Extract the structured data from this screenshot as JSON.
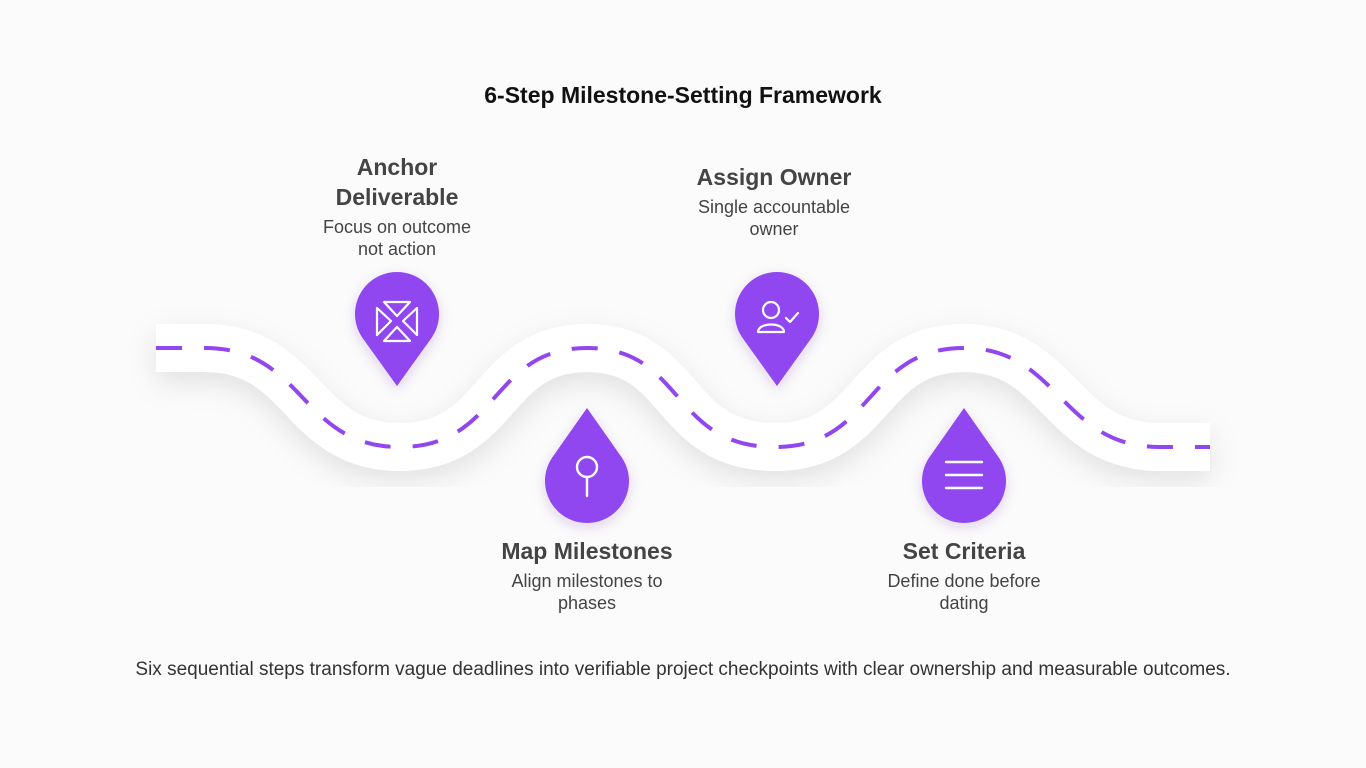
{
  "title": "6-Step Milestone-Setting Framework",
  "colors": {
    "accent": "#9146f0",
    "road": "#ffffff",
    "text": "#444444"
  },
  "steps": [
    {
      "title": "Anchor Deliverable",
      "title_lines": [
        "Anchor",
        "Deliverable"
      ],
      "description_lines": [
        "Focus on outcome",
        "not action"
      ],
      "icon": "arrows-inward-icon",
      "marker": "pin-down"
    },
    {
      "title": "Map Milestones",
      "title_lines": [
        "Map Milestones"
      ],
      "description_lines": [
        "Align milestones to",
        "phases"
      ],
      "icon": "map-pin-icon",
      "marker": "drop-up"
    },
    {
      "title": "Assign Owner",
      "title_lines": [
        "Assign Owner"
      ],
      "description_lines": [
        "Single accountable",
        "owner"
      ],
      "icon": "user-check-icon",
      "marker": "pin-down"
    },
    {
      "title": "Set Criteria",
      "title_lines": [
        "Set Criteria"
      ],
      "description_lines": [
        "Define done before",
        "dating"
      ],
      "icon": "list-lines-icon",
      "marker": "drop-up"
    }
  ],
  "footer": "Six sequential steps transform vague deadlines into verifiable project checkpoints with clear ownership and measurable outcomes."
}
